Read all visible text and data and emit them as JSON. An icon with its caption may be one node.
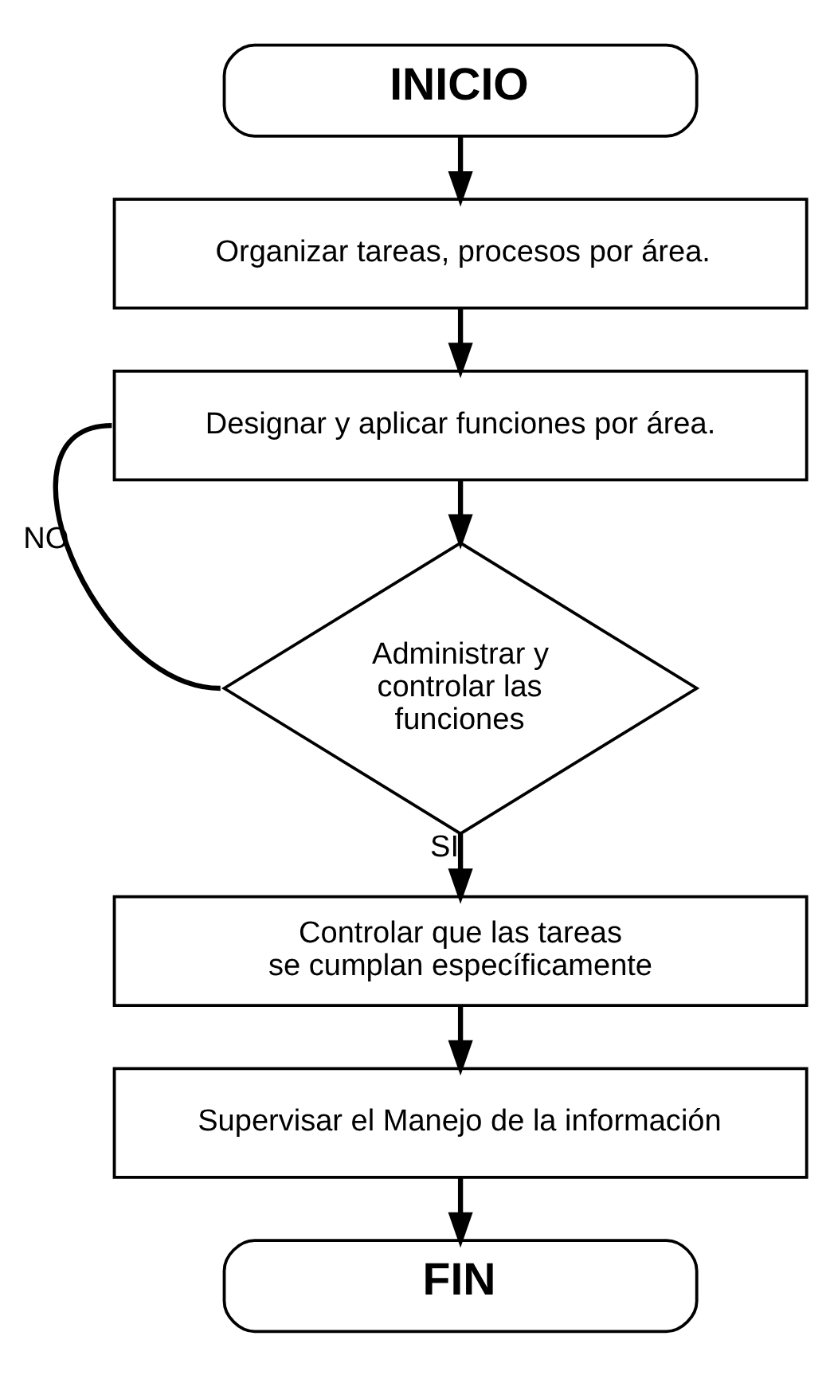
{
  "diagram": {
    "nodes": [
      {
        "text": [
          "INICIO"
        ]
      },
      {
        "text": [
          "Organizar tareas, procesos por área."
        ]
      },
      {
        "text": [
          "Designar y aplicar funciones por área."
        ]
      },
      {
        "text": [
          "Administrar y controlar las funciones"
        ]
      },
      {
        "text": [
          "Controlar que las tareas se cumplan específicamente"
        ]
      },
      {
        "text": [
          "Supervisar el Manejo de la información"
        ]
      },
      {
        "text": [
          "FIN"
        ]
      }
    ],
    "edges": [
      {
        "from": 0,
        "to": 1,
        "arrow": "to"
      },
      {
        "from": 1,
        "to": 2,
        "arrow": "to"
      },
      {
        "from": 2,
        "to": 3,
        "arrow": "to"
      },
      {
        "from": 3,
        "to": 2,
        "arrow": "none",
        "label": "NO"
      },
      {
        "from": 3,
        "to": 4,
        "arrow": "to",
        "label": "SI"
      },
      {
        "from": 4,
        "to": 5,
        "arrow": "to"
      },
      {
        "from": 5,
        "to": 6,
        "arrow": "to"
      }
    ]
  }
}
